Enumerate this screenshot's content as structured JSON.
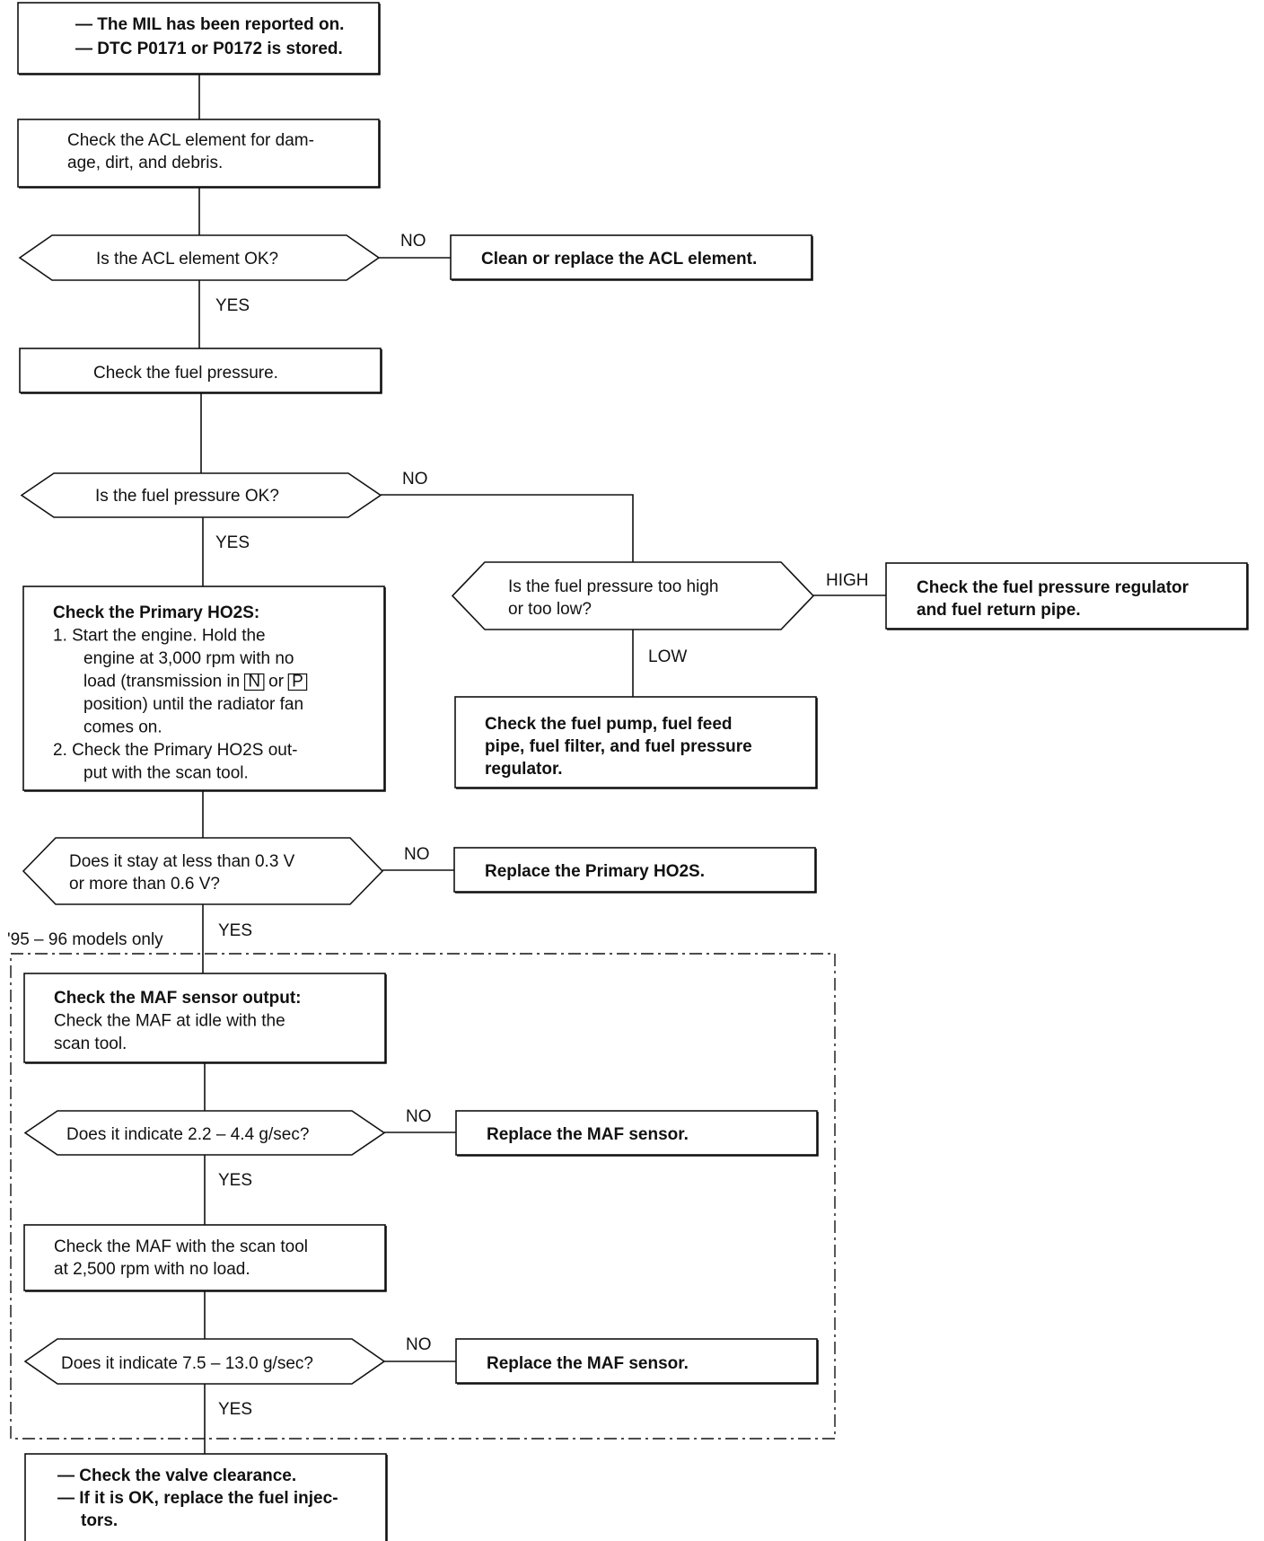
{
  "flowchart": {
    "region_label": "'95 – 96 models only",
    "nodes": [
      {
        "id": "start",
        "shape": "box",
        "bold": true,
        "lines": [
          "— The MIL has been reported on.",
          "— DTC P0171 or P0172 is stored."
        ]
      },
      {
        "id": "check_acl",
        "shape": "box",
        "bold": false,
        "lines": [
          "Check the ACL element for dam-",
          "age, dirt, and debris."
        ]
      },
      {
        "id": "q_acl",
        "shape": "decision",
        "bold": false,
        "lines": [
          "Is the ACL element OK?"
        ]
      },
      {
        "id": "fix_acl",
        "shape": "box",
        "bold": true,
        "lines": [
          "Clean or replace the ACL element."
        ]
      },
      {
        "id": "check_fuel",
        "shape": "box",
        "bold": false,
        "lines": [
          "Check the fuel pressure."
        ]
      },
      {
        "id": "q_fuel",
        "shape": "decision",
        "bold": false,
        "lines": [
          "Is the fuel pressure OK?"
        ]
      },
      {
        "id": "q_highlow",
        "shape": "decision",
        "bold": false,
        "lines": [
          "Is the fuel pressure too high",
          "or too low?"
        ]
      },
      {
        "id": "fix_regulator",
        "shape": "box",
        "bold": true,
        "lines": [
          "Check the fuel pressure regulator",
          "and fuel return pipe."
        ]
      },
      {
        "id": "fix_pump",
        "shape": "box",
        "bold": true,
        "lines": [
          "Check the fuel pump, fuel feed",
          "pipe, fuel filter, and fuel pressure",
          "regulator."
        ]
      },
      {
        "id": "check_ho2s",
        "shape": "box",
        "bold": false,
        "title": "Check the Primary HO2S:",
        "lines": [
          "1. Start the engine. Hold the",
          "engine at 3,000 rpm with no",
          "load (transmission in [N] or [P]",
          "position) until the radiator fan",
          "comes on.",
          "2. Check the Primary HO2S out-",
          "put with the scan tool."
        ]
      },
      {
        "id": "q_ho2s",
        "shape": "decision",
        "bold": false,
        "lines": [
          "Does it stay at less than 0.3 V",
          "or more than 0.6 V?"
        ]
      },
      {
        "id": "fix_ho2s",
        "shape": "box",
        "bold": true,
        "lines": [
          "Replace the Primary HO2S."
        ]
      },
      {
        "id": "check_maf_idle",
        "shape": "box",
        "bold": false,
        "title": "Check the MAF sensor output:",
        "lines": [
          "Check the MAF at idle with the",
          "scan tool."
        ]
      },
      {
        "id": "q_maf_idle",
        "shape": "decision",
        "bold": false,
        "lines": [
          "Does it indicate 2.2 – 4.4 g/sec?"
        ]
      },
      {
        "id": "fix_maf_1",
        "shape": "box",
        "bold": true,
        "lines": [
          "Replace the MAF sensor."
        ]
      },
      {
        "id": "check_maf_2500",
        "shape": "box",
        "bold": false,
        "lines": [
          "Check the MAF with the scan tool",
          "at 2,500 rpm with no load."
        ]
      },
      {
        "id": "q_maf_2500",
        "shape": "decision",
        "bold": false,
        "lines": [
          "Does it indicate 7.5 – 13.0 g/sec?"
        ]
      },
      {
        "id": "fix_maf_2",
        "shape": "box",
        "bold": true,
        "lines": [
          "Replace the MAF sensor."
        ]
      },
      {
        "id": "end",
        "shape": "box",
        "bold": true,
        "lines": [
          "— Check the valve clearance.",
          "— If it is OK, replace the fuel injec-",
          "tors."
        ]
      }
    ],
    "edges": [
      {
        "from": "start",
        "to": "check_acl",
        "label": ""
      },
      {
        "from": "check_acl",
        "to": "q_acl",
        "label": ""
      },
      {
        "from": "q_acl",
        "to": "fix_acl",
        "label": "NO"
      },
      {
        "from": "q_acl",
        "to": "check_fuel",
        "label": "YES"
      },
      {
        "from": "check_fuel",
        "to": "q_fuel",
        "label": ""
      },
      {
        "from": "q_fuel",
        "to": "q_highlow",
        "label": "NO"
      },
      {
        "from": "q_fuel",
        "to": "check_ho2s",
        "label": "YES"
      },
      {
        "from": "q_highlow",
        "to": "fix_regulator",
        "label": "HIGH"
      },
      {
        "from": "q_highlow",
        "to": "fix_pump",
        "label": "LOW"
      },
      {
        "from": "check_ho2s",
        "to": "q_ho2s",
        "label": ""
      },
      {
        "from": "q_ho2s",
        "to": "fix_ho2s",
        "label": "NO"
      },
      {
        "from": "q_ho2s",
        "to": "check_maf_idle",
        "label": "YES"
      },
      {
        "from": "check_maf_idle",
        "to": "q_maf_idle",
        "label": ""
      },
      {
        "from": "q_maf_idle",
        "to": "fix_maf_1",
        "label": "NO"
      },
      {
        "from": "q_maf_idle",
        "to": "check_maf_2500",
        "label": "YES"
      },
      {
        "from": "check_maf_2500",
        "to": "q_maf_2500",
        "label": ""
      },
      {
        "from": "q_maf_2500",
        "to": "fix_maf_2",
        "label": "NO"
      },
      {
        "from": "q_maf_2500",
        "to": "end",
        "label": "YES"
      }
    ]
  }
}
